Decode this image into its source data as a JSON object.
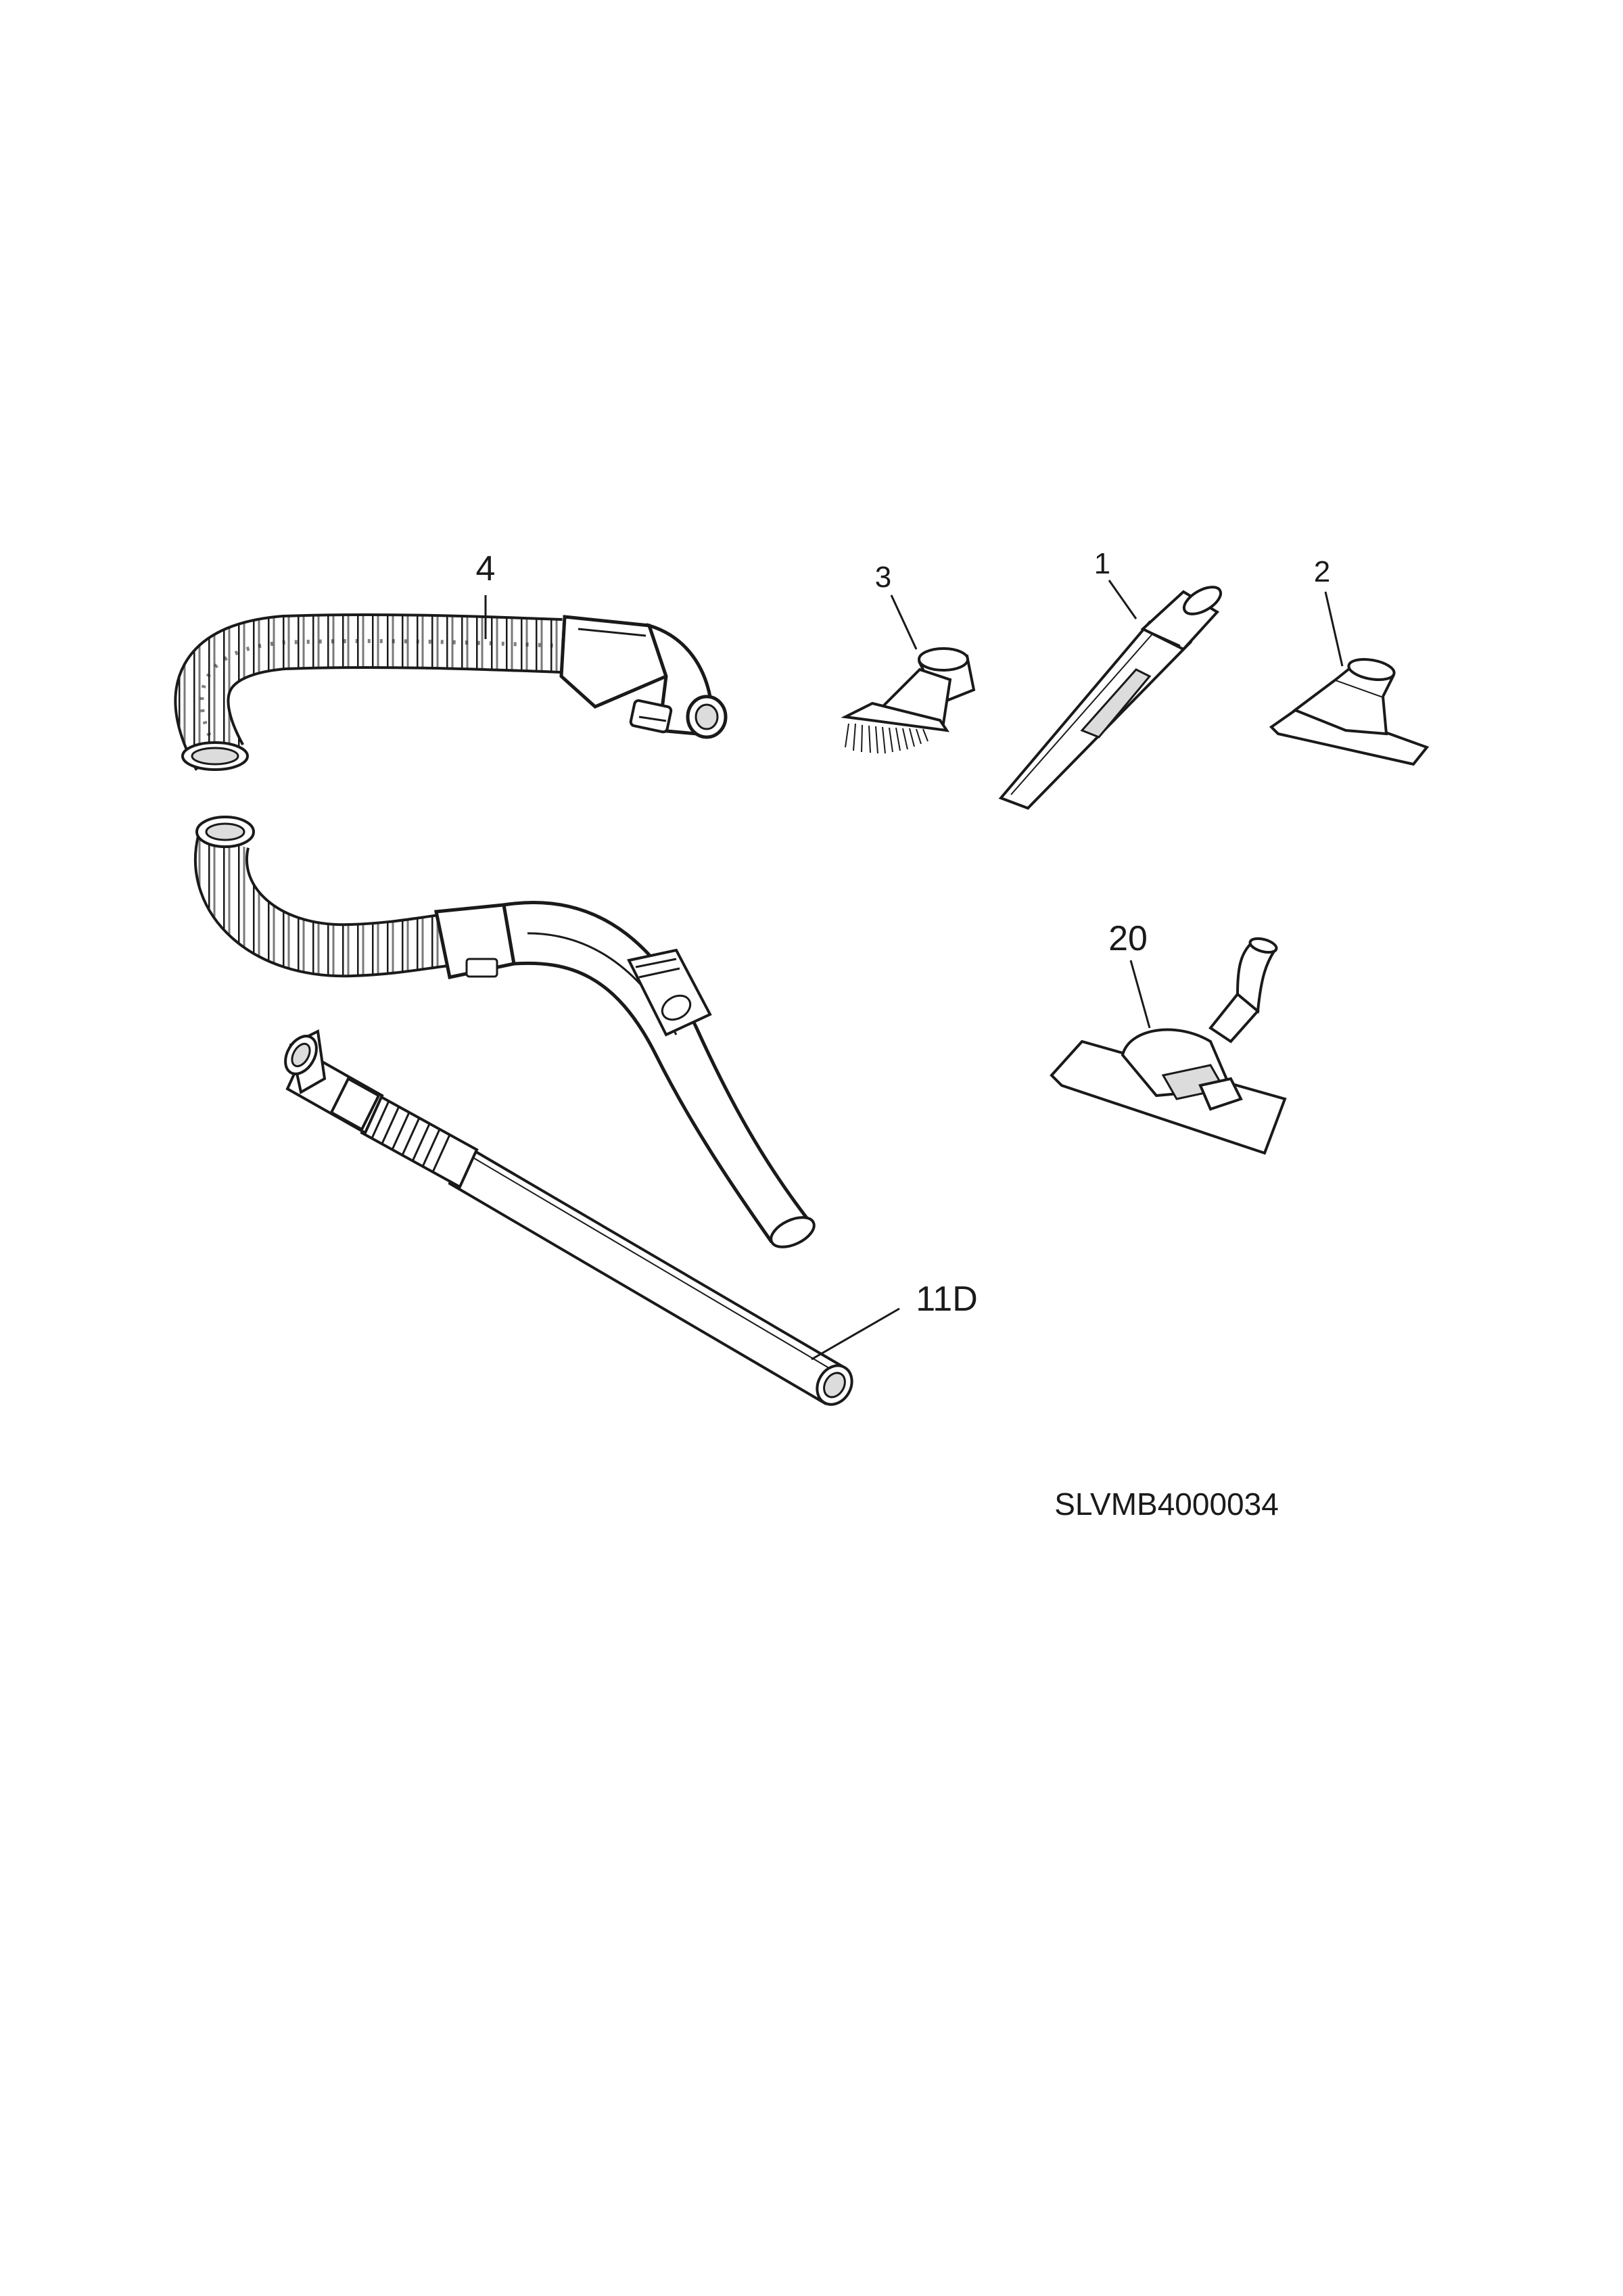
{
  "figure_code": "SLVMB4000034",
  "parts": [
    {
      "id": "hose-front",
      "callout": "4"
    },
    {
      "id": "dusting-brush",
      "callout": "3"
    },
    {
      "id": "crevice-tool",
      "callout": "1"
    },
    {
      "id": "upholstery-nozzle",
      "callout": "2"
    },
    {
      "id": "floor-nozzle",
      "callout": "20"
    },
    {
      "id": "telescopic-tube",
      "callout": "11D"
    }
  ],
  "colors": {
    "line": "#1a1a1a",
    "fill": "#ffffff",
    "shade": "#dcdcdc"
  }
}
